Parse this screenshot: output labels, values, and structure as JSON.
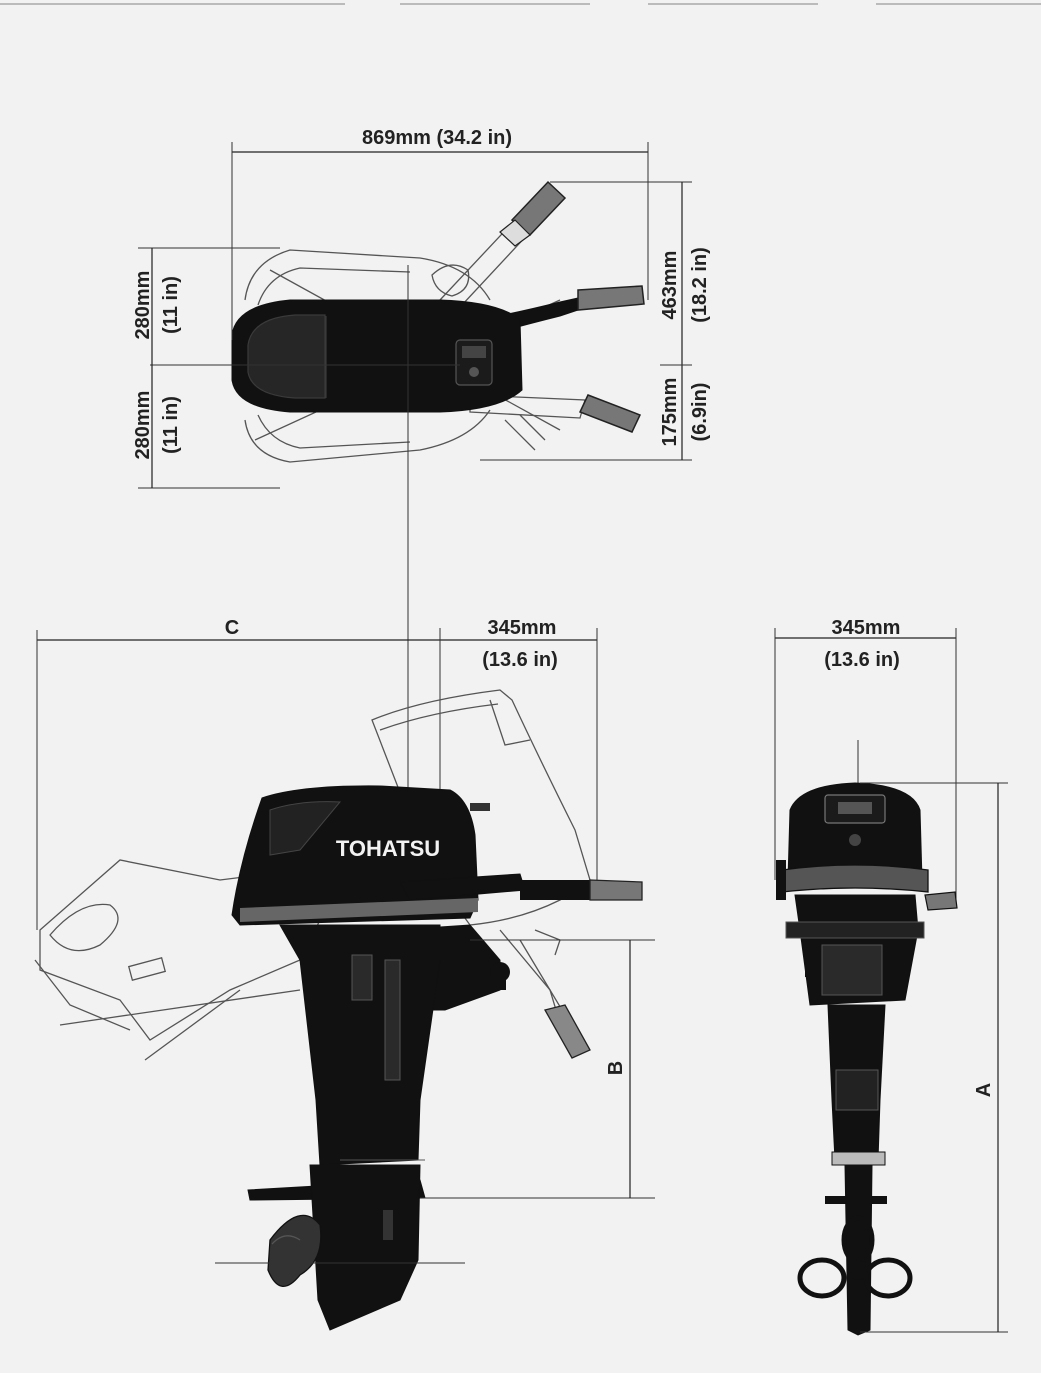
{
  "brand": "TOHATSU",
  "top_view": {
    "width_label": "869mm (34.2 in)",
    "left_upper_mm": "280mm",
    "left_upper_in": "(11 in)",
    "left_lower_mm": "280mm",
    "left_lower_in": "(11 in)",
    "right_upper_mm": "463mm",
    "right_upper_in": "(18.2 in)",
    "right_lower_mm": "175mm",
    "right_lower_in": "(6.9in)"
  },
  "side_view": {
    "c_label": "C",
    "depth_mm": "345mm",
    "depth_in": "(13.6 in)",
    "b_label": "B"
  },
  "front_view": {
    "width_mm": "345mm",
    "width_in": "(13.6 in)",
    "a_label": "A"
  },
  "colors": {
    "background": "#f2f2f2",
    "ink": "#111111",
    "line": "#555555"
  }
}
